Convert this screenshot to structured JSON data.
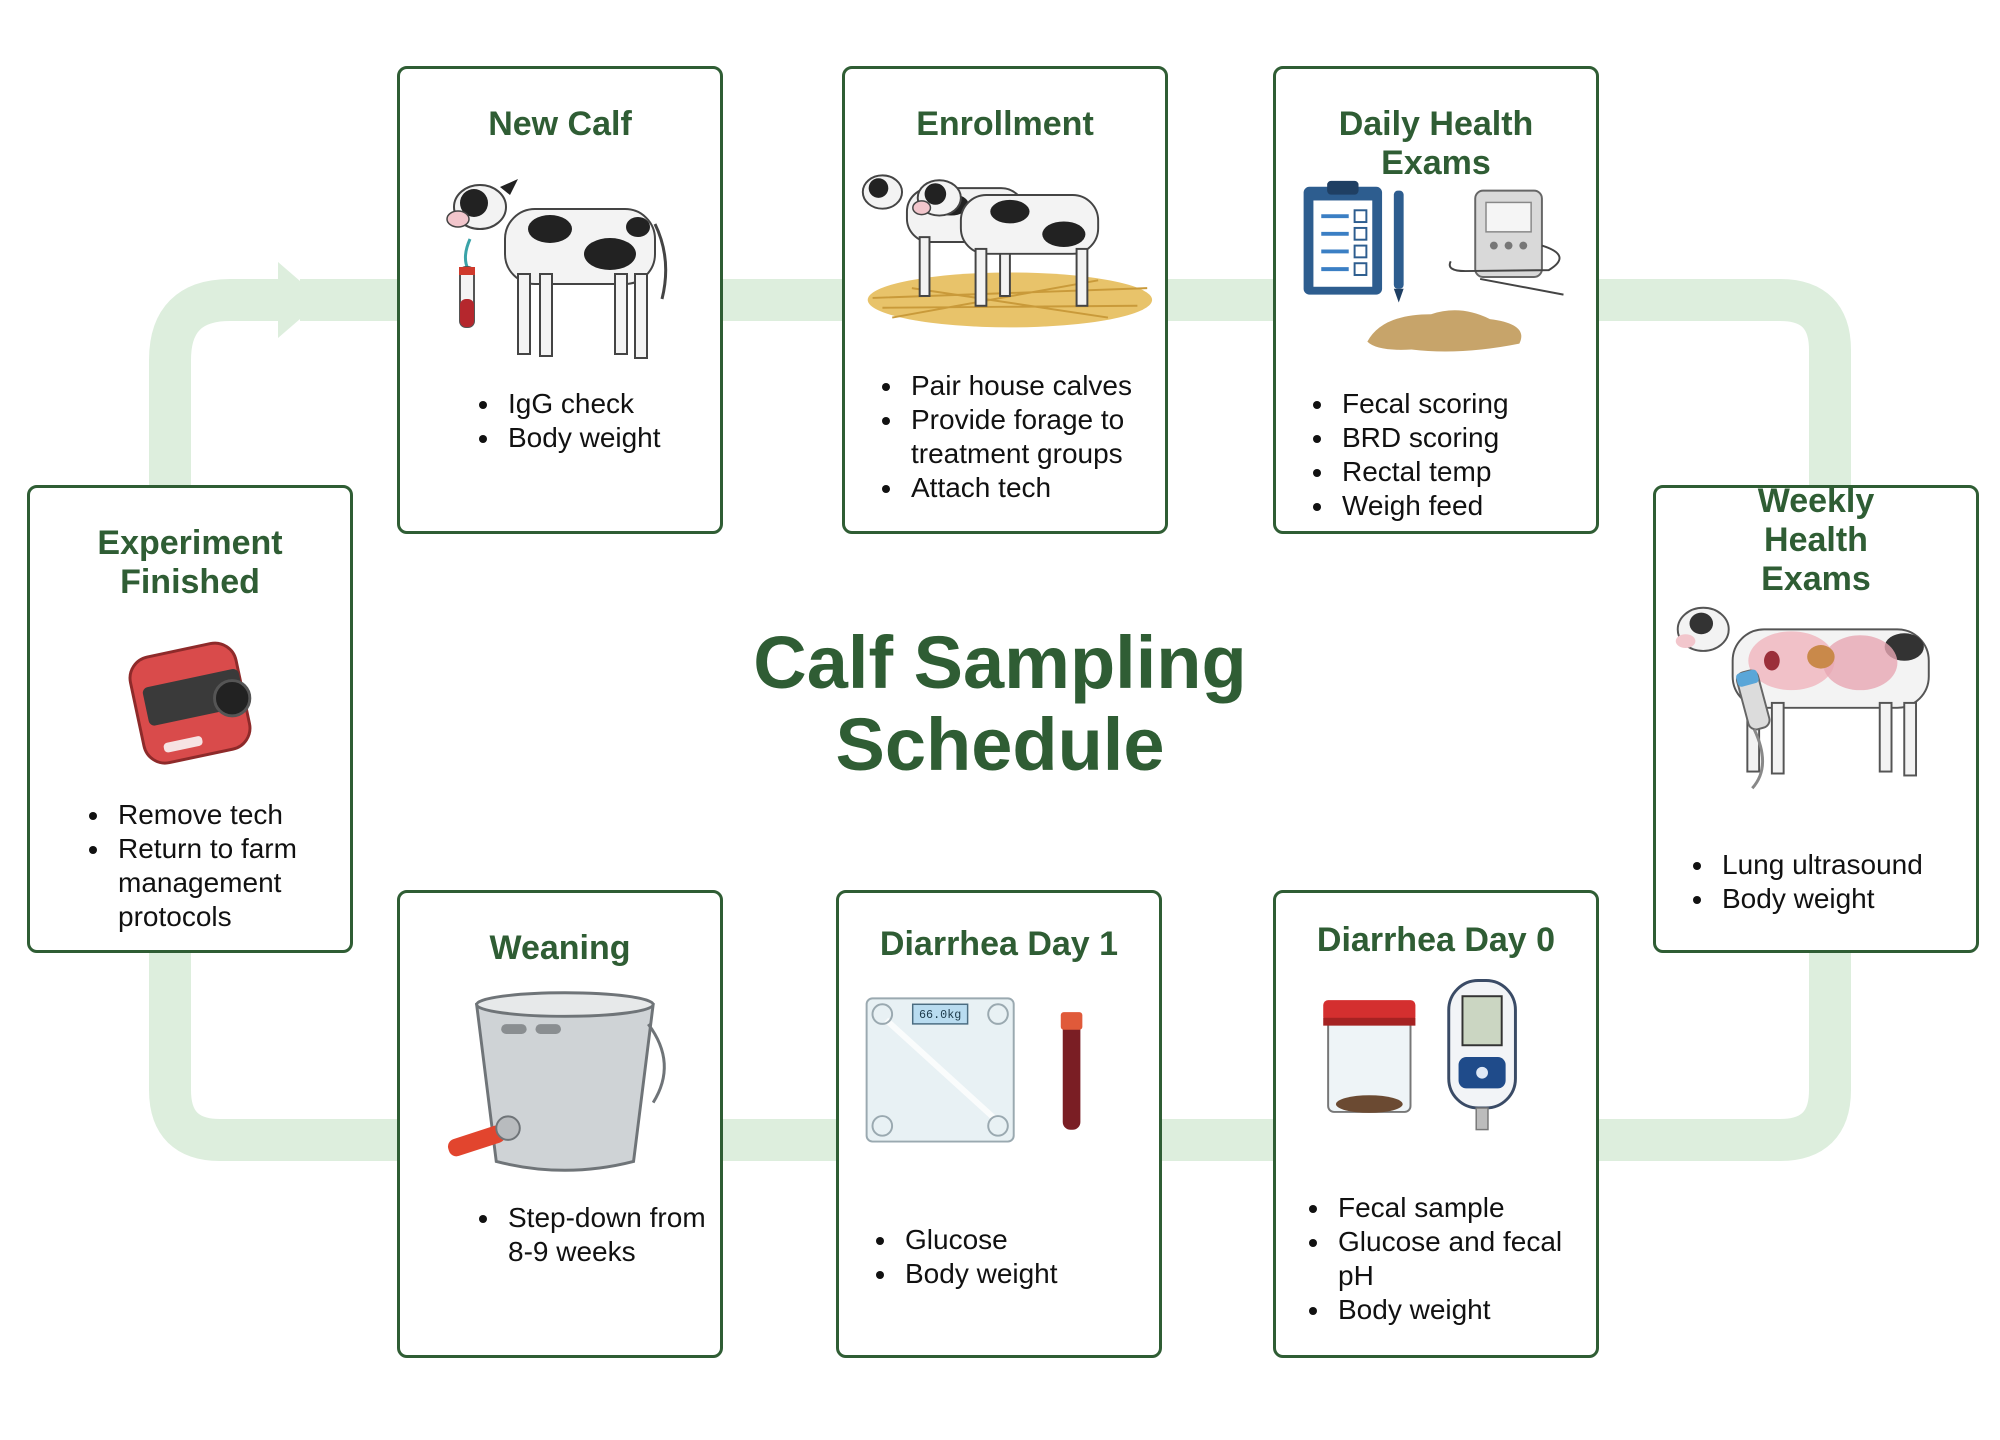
{
  "center_title": "Calf Sampling Schedule",
  "colors": {
    "accent": "#2f5d34",
    "loop": "#ddeedd"
  },
  "stages": {
    "new_calf": {
      "title": "New Calf",
      "icon": "calf-blood-tube-icon",
      "items": [
        "IgG check",
        "Body weight"
      ]
    },
    "enrollment": {
      "title": "Enrollment",
      "icon": "paired-calves-on-straw-icon",
      "items": [
        "Pair house calves",
        "Provide forage to treatment groups",
        "Attach tech"
      ]
    },
    "daily_health": {
      "title": "Daily Health Exams",
      "icon": "clipboard-thermometer-icon",
      "items": [
        "Fecal scoring",
        "BRD scoring",
        "Rectal temp",
        "Weigh feed"
      ]
    },
    "weekly_health": {
      "title": "Weekly Health Exams",
      "icon": "calf-ultrasound-icon",
      "items": [
        "Lung ultrasound",
        "Body weight"
      ]
    },
    "diarrhea_day0": {
      "title": "Diarrhea Day 0",
      "icon": "sample-jar-glucometer-icon",
      "items": [
        "Fecal sample",
        "Glucose and fecal pH",
        "Body weight"
      ]
    },
    "diarrhea_day1": {
      "title": "Diarrhea Day 1",
      "icon": "scale-blood-tube-icon",
      "scale_display": "66.0kg",
      "items": [
        "Glucose",
        "Body weight"
      ]
    },
    "weaning": {
      "title": "Weaning",
      "icon": "nipple-bucket-icon",
      "items": [
        "Step-down from 8-9 weeks"
      ]
    },
    "experiment_finished": {
      "title": "Experiment Finished",
      "icon": "tech-device-icon",
      "items": [
        "Remove tech",
        "Return to farm management protocols"
      ]
    }
  }
}
